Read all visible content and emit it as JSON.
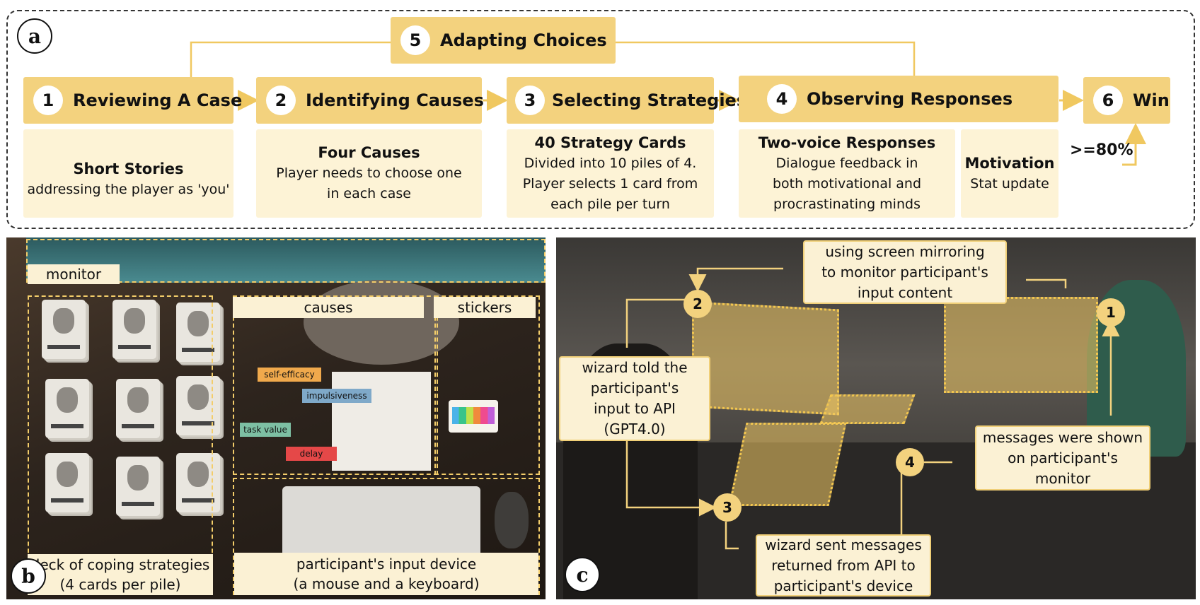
{
  "panel_letters": {
    "a": "a",
    "b": "b",
    "c": "c"
  },
  "steps": [
    {
      "num": "1",
      "label": "Reviewing A Case"
    },
    {
      "num": "2",
      "label": "Identifying Causes"
    },
    {
      "num": "3",
      "label": "Selecting Strategies"
    },
    {
      "num": "4",
      "label": "Observing Responses"
    },
    {
      "num": "5",
      "label": "Adapting Choices"
    },
    {
      "num": "6",
      "label": "Win"
    }
  ],
  "descriptions": {
    "d1": {
      "title": "Short Stories",
      "lines": [
        "addressing the player as 'you'"
      ]
    },
    "d2": {
      "title": "Four Causes",
      "lines": [
        "Player needs to choose one",
        "in each case"
      ]
    },
    "d3": {
      "title": "40 Strategy Cards",
      "lines": [
        "Divided into 10 piles of 4.",
        "Player selects 1 card from",
        "each pile per turn"
      ]
    },
    "d4": {
      "title": "Two-voice Responses",
      "lines": [
        "Dialogue feedback in",
        "both motivational and",
        "procrastinating minds"
      ]
    },
    "d5": {
      "title": "Motivation",
      "lines": [
        "Stat update"
      ]
    }
  },
  "win_threshold": ">=80%",
  "panel_b": {
    "monitor": "monitor",
    "causes": "causes",
    "stickers": "stickers",
    "deck": [
      "deck of coping strategies",
      "(4 cards per pile)"
    ],
    "input": [
      "participant's input device",
      "(a mouse and a keyboard)"
    ],
    "cause_stickers": [
      "self-efficacy",
      "impulsiveness",
      "task value",
      "delay"
    ]
  },
  "panel_c": {
    "callout_top": [
      "using screen mirroring",
      "to monitor participant's",
      "input content"
    ],
    "callout_left": [
      "wizard told the",
      "participant's",
      "input to API",
      "(GPT4.0)"
    ],
    "callout_right": [
      "messages were shown",
      "on participant's",
      "monitor"
    ],
    "callout_bottom": [
      "wizard sent messages",
      "returned from API to",
      "participant's device"
    ],
    "badges": [
      "1",
      "2",
      "3",
      "4"
    ]
  },
  "colors": {
    "step_fill": "#f3d27e",
    "desc_fill": "#fdf3d6",
    "dash": "#f3cd6a"
  }
}
